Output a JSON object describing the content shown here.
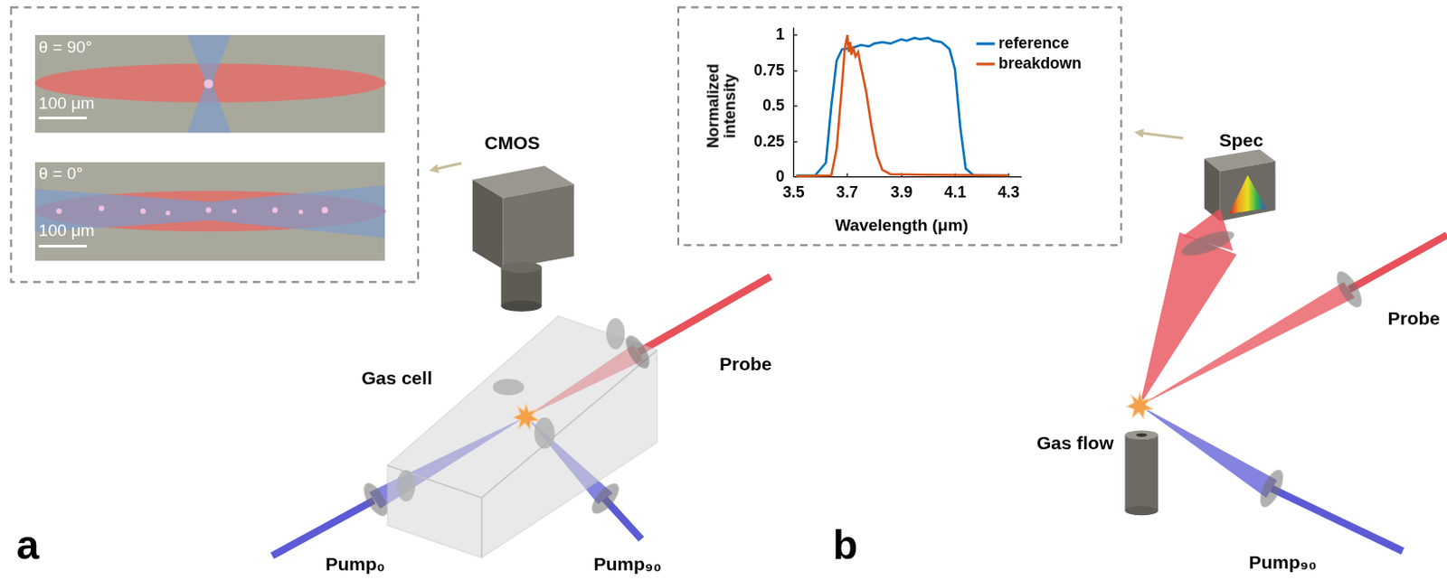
{
  "diagram": {
    "labels": [
      "θ = 90°",
      "100 μm",
      "θ = 0°",
      "100 μm",
      "CMOS",
      "Gas cell",
      "Probe",
      "Pump₀",
      "Pump₉₀",
      "a",
      "1",
      "0.75",
      "0.5",
      "0.25",
      "0",
      "3.5",
      "3.7",
      "3.9",
      "4.1",
      "4.3",
      "Normalized intensity",
      "Wavelength (μm)",
      "Spec",
      "Probe",
      "Gas flow",
      "Pump₉₀",
      "b"
    ],
    "legend": [
      {
        "text": "reference",
        "color": "#0072bd"
      },
      {
        "text": "breakdown",
        "color": "#d95319"
      }
    ]
  }
}
